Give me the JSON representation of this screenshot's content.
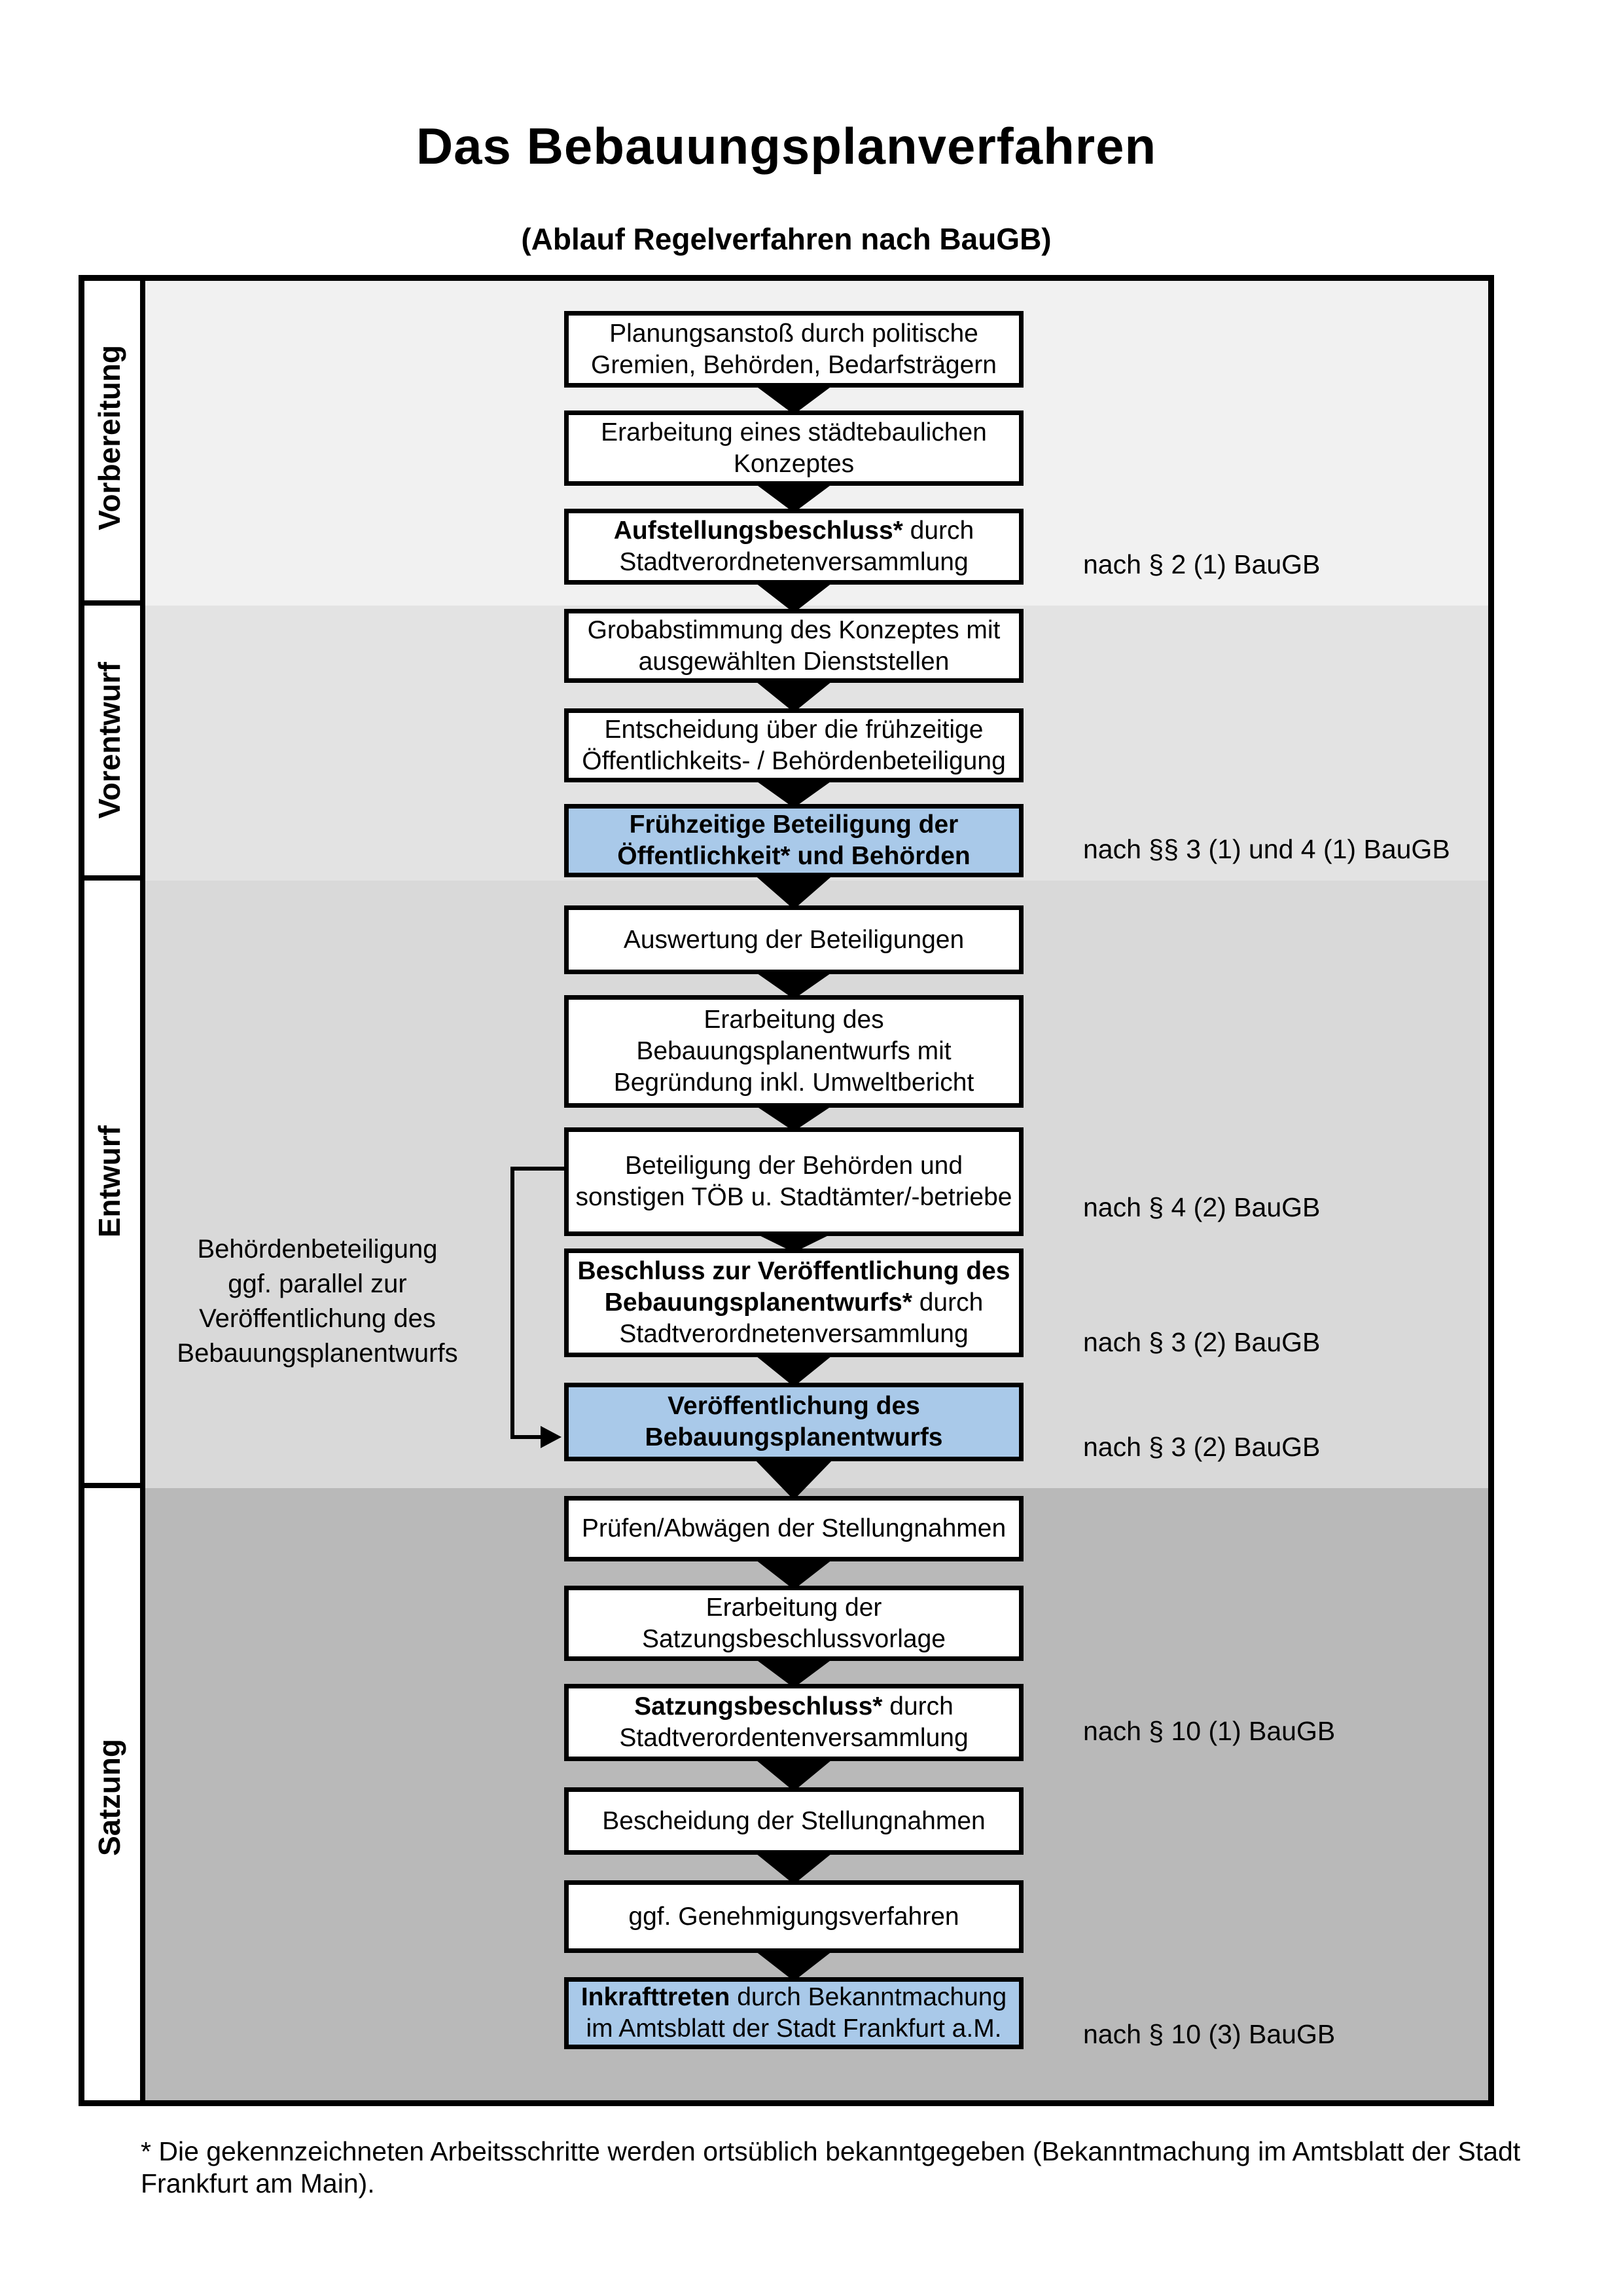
{
  "page": {
    "title": "Das Bebauungsplanverfahren",
    "subtitle": "(Ablauf Regelverfahren nach BauGB)"
  },
  "colors": {
    "highlight_box": "#a9c9e9",
    "band_vorbereitung": "#f1f1f1",
    "band_vorentwurf": "#e3e3e3",
    "band_entwurf": "#d9d9d9",
    "band_satzung": "#b9b9b9"
  },
  "phases": [
    {
      "label": "Vorbereitung",
      "band_color": "#f1f1f1"
    },
    {
      "label": "Vorentwurf",
      "band_color": "#e3e3e3"
    },
    {
      "label": "Entwurf",
      "band_color": "#d9d9d9"
    },
    {
      "label": "Satzung",
      "band_color": "#b9b9b9"
    }
  ],
  "flow": {
    "steps": [
      {
        "name": "planungsanstoss",
        "highlight": false,
        "annotation": null,
        "lines": [
          [
            {
              "t": "Planungsanstoß durch politische",
              "b": false
            }
          ],
          [
            {
              "t": "Gremien, Behörden, Bedarfsträgern",
              "b": false
            }
          ]
        ]
      },
      {
        "name": "erarbeitung-konzept",
        "highlight": false,
        "annotation": null,
        "lines": [
          [
            {
              "t": "Erarbeitung eines städtebaulichen",
              "b": false
            }
          ],
          [
            {
              "t": "Konzeptes",
              "b": false
            }
          ]
        ]
      },
      {
        "name": "aufstellungsbeschluss",
        "highlight": false,
        "annotation": "nach § 2 (1) BauGB",
        "lines": [
          [
            {
              "t": "Aufstellungsbeschluss*",
              "b": true
            },
            {
              "t": " durch",
              "b": false
            }
          ],
          [
            {
              "t": "Stadtverordnetenversammlung",
              "b": false
            }
          ]
        ]
      },
      {
        "name": "grobabstimmung",
        "highlight": false,
        "annotation": null,
        "lines": [
          [
            {
              "t": "Grobabstimmung des Konzeptes mit",
              "b": false
            }
          ],
          [
            {
              "t": "ausgewählten Dienststellen",
              "b": false
            }
          ]
        ]
      },
      {
        "name": "entscheidung-beteiligung",
        "highlight": false,
        "annotation": null,
        "lines": [
          [
            {
              "t": "Entscheidung über die frühzeitige",
              "b": false
            }
          ],
          [
            {
              "t": "Öffentlichkeits- / Behördenbeteiligung",
              "b": false
            }
          ]
        ]
      },
      {
        "name": "fruehzeitige-beteiligung",
        "highlight": true,
        "annotation": "nach §§ 3 (1) und 4 (1) BauGB",
        "lines": [
          [
            {
              "t": "Frühzeitige Beteiligung der",
              "b": true
            }
          ],
          [
            {
              "t": "Öffentlichkeit* und Behörden",
              "b": true
            }
          ]
        ]
      },
      {
        "name": "auswertung-beteiligungen",
        "highlight": false,
        "annotation": null,
        "lines": [
          [
            {
              "t": "Auswertung der Beteiligungen",
              "b": false
            }
          ]
        ]
      },
      {
        "name": "erarbeitung-entwurf",
        "highlight": false,
        "annotation": null,
        "lines": [
          [
            {
              "t": "Erarbeitung des",
              "b": false
            }
          ],
          [
            {
              "t": "Bebauungsplanentwurfs mit",
              "b": false
            }
          ],
          [
            {
              "t": "Begründung inkl. Umweltbericht",
              "b": false
            }
          ]
        ]
      },
      {
        "name": "beteiligung-behoerden",
        "highlight": false,
        "annotation": "nach § 4 (2) BauGB",
        "lines": [
          [
            {
              "t": "Beteiligung der Behörden und",
              "b": false
            }
          ],
          [
            {
              "t": "sonstigen TÖB u. Stadtämter/-betriebe",
              "b": false
            }
          ]
        ]
      },
      {
        "name": "beschluss-veroeffentlichung",
        "highlight": false,
        "annotation": "nach § 3 (2) BauGB",
        "lines": [
          [
            {
              "t": "Beschluss zur Veröffentlichung des",
              "b": true
            }
          ],
          [
            {
              "t": "Bebauungsplanentwurfs*",
              "b": true
            },
            {
              "t": " durch",
              "b": false
            }
          ],
          [
            {
              "t": "Stadtverordnetenversammlung",
              "b": false
            }
          ]
        ]
      },
      {
        "name": "veroeffentlichung-entwurf",
        "highlight": true,
        "annotation": "nach § 3 (2) BauGB",
        "lines": [
          [
            {
              "t": "Veröffentlichung des",
              "b": true
            }
          ],
          [
            {
              "t": "Bebauungsplanentwurfs",
              "b": true
            }
          ]
        ]
      },
      {
        "name": "pruefen-abwaegen",
        "highlight": false,
        "annotation": null,
        "lines": [
          [
            {
              "t": "Prüfen/Abwägen der Stellungnahmen",
              "b": false
            }
          ]
        ]
      },
      {
        "name": "erarbeitung-satzungsvorlage",
        "highlight": false,
        "annotation": null,
        "lines": [
          [
            {
              "t": "Erarbeitung der",
              "b": false
            }
          ],
          [
            {
              "t": "Satzungsbeschlussvorlage",
              "b": false
            }
          ]
        ]
      },
      {
        "name": "satzungsbeschluss",
        "highlight": false,
        "annotation": "nach § 10 (1) BauGB",
        "lines": [
          [
            {
              "t": "Satzungsbeschluss*",
              "b": true
            },
            {
              "t": " durch",
              "b": false
            }
          ],
          [
            {
              "t": "Stadtverordentenversammlung",
              "b": false
            }
          ]
        ]
      },
      {
        "name": "bescheidung-stellungnahmen",
        "highlight": false,
        "annotation": null,
        "lines": [
          [
            {
              "t": "Bescheidung der Stellungnahmen",
              "b": false
            }
          ]
        ]
      },
      {
        "name": "genehmigungsverfahren",
        "highlight": false,
        "annotation": null,
        "lines": [
          [
            {
              "t": "ggf. Genehmigungsverfahren",
              "b": false
            }
          ]
        ]
      },
      {
        "name": "inkrafttreten",
        "highlight": true,
        "annotation": "nach § 10 (3) BauGB",
        "lines": [
          [
            {
              "t": "Inkrafttreten",
              "b": true
            },
            {
              "t": " durch Bekanntmachung",
              "b": false
            }
          ],
          [
            {
              "t": "im Amtsblatt der Stadt Frankfurt a.M.",
              "b": false
            }
          ]
        ]
      }
    ]
  },
  "side_note": {
    "lines": [
      "Behördenbeteiligung",
      "ggf. parallel zur",
      "Veröffentlichung des",
      "Bebauungsplanentwurfs"
    ]
  },
  "footnote": {
    "lines": [
      "* Die gekennzeichneten Arbeitsschritte werden ortsüblich bekanntgegeben (Bekanntmachung im Amtsblatt  der Stadt",
      "Frankfurt am Main)."
    ]
  }
}
